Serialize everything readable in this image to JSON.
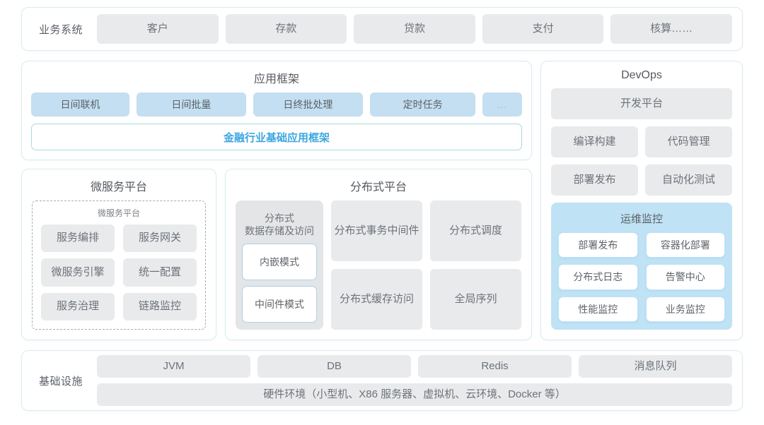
{
  "business_systems": {
    "label": "业务系统",
    "items": [
      "客户",
      "存款",
      "贷款",
      "支付",
      "核算……"
    ]
  },
  "app_framework": {
    "title": "应用框架",
    "tags": [
      "日间联机",
      "日间批量",
      "日终批处理",
      "定时任务",
      "..."
    ],
    "framework_bar": "金融行业基础应用框架",
    "framework_bar_color": "#3ba6e0"
  },
  "microservice_platform": {
    "title": "微服务平台",
    "inner_title": "微服务平台",
    "items": [
      "服务编排",
      "服务网关",
      "微服务引擎",
      "统一配置",
      "服务治理",
      "链路监控"
    ]
  },
  "distributed_platform": {
    "title": "分布式平台",
    "storage_group": {
      "title": "分布式\n数据存储及访问",
      "title_line1": "分布式",
      "title_line2": "数据存储及访问",
      "modes": [
        "内嵌模式",
        "中间件模式"
      ]
    },
    "cells": [
      {
        "line1": "分布式",
        "line2": "事务中间件"
      },
      {
        "line1": "分布式调度",
        "line2": ""
      },
      {
        "line1": "分布式",
        "line2": "缓存访问"
      },
      {
        "line1": "全局序列",
        "line2": ""
      }
    ]
  },
  "devops": {
    "title": "DevOps",
    "platform": "开发平台",
    "items": [
      "编译构建",
      "代码管理",
      "部署发布",
      "自动化测试"
    ],
    "ops_monitor": {
      "title": "运维监控",
      "items": [
        "部署发布",
        "容器化部署",
        "分布式日志",
        "告警中心",
        "性能监控",
        "业务监控"
      ],
      "panel_color": "#bfe2f5"
    }
  },
  "infrastructure": {
    "label": "基础设施",
    "items": [
      "JVM",
      "DB",
      "Redis",
      "消息队列"
    ],
    "hardware": "硬件环境（小型机、X86 服务器、虚拟机、云环境、Docker 等）"
  },
  "theme": {
    "card_border": "#d8ecee",
    "gray_box": "#e9eaec",
    "blue_tag": "#c3dff1",
    "text": "#6d7278"
  }
}
